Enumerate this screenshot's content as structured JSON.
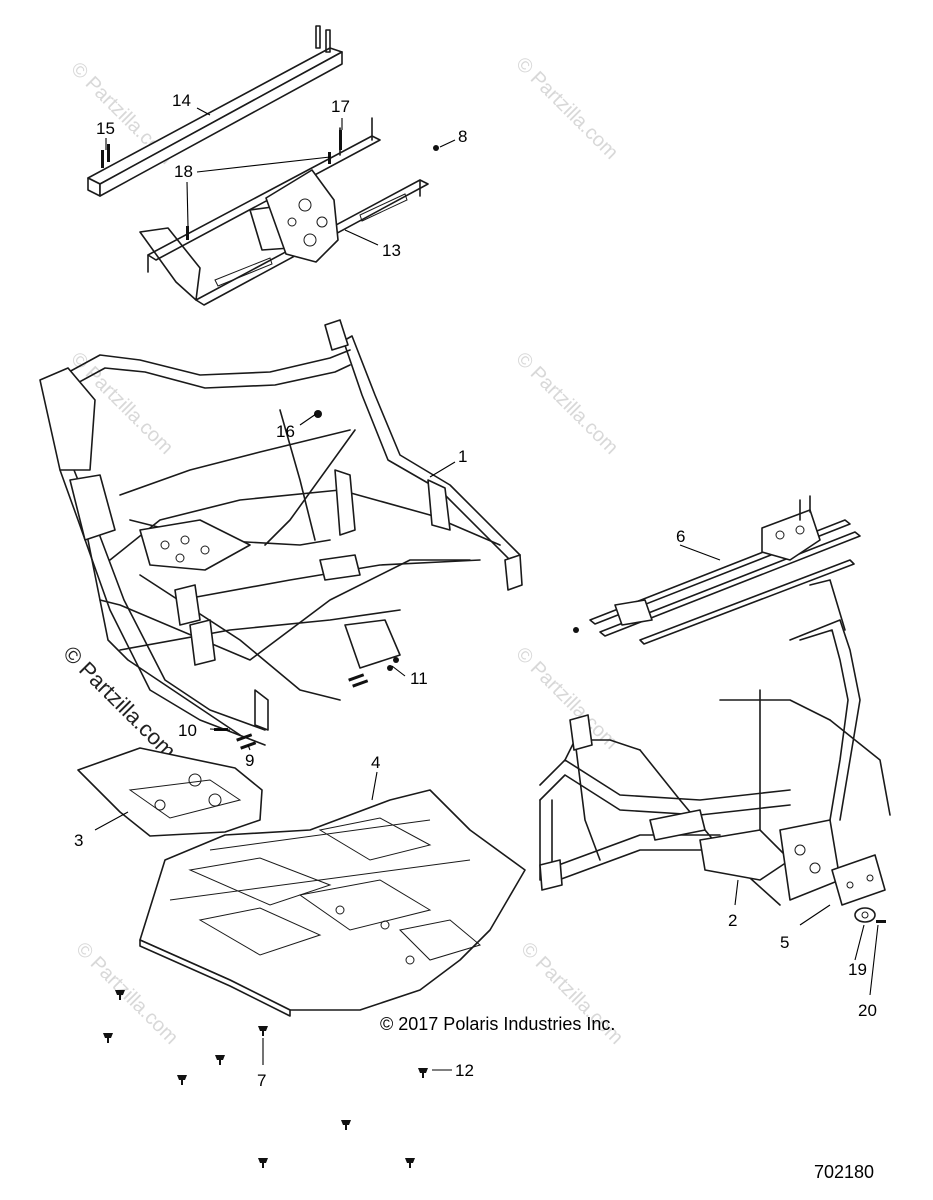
{
  "callouts": [
    {
      "id": "1",
      "label": "1"
    },
    {
      "id": "2",
      "label": "2"
    },
    {
      "id": "3",
      "label": "3"
    },
    {
      "id": "4",
      "label": "4"
    },
    {
      "id": "5",
      "label": "5"
    },
    {
      "id": "6",
      "label": "6"
    },
    {
      "id": "7",
      "label": "7"
    },
    {
      "id": "8",
      "label": "8"
    },
    {
      "id": "9",
      "label": "9"
    },
    {
      "id": "10",
      "label": "10"
    },
    {
      "id": "11",
      "label": "11"
    },
    {
      "id": "12",
      "label": "12"
    },
    {
      "id": "13",
      "label": "13"
    },
    {
      "id": "14",
      "label": "14"
    },
    {
      "id": "15",
      "label": "15"
    },
    {
      "id": "16",
      "label": "16"
    },
    {
      "id": "17",
      "label": "17"
    },
    {
      "id": "18",
      "label": "18"
    },
    {
      "id": "19",
      "label": "19"
    },
    {
      "id": "20",
      "label": "20"
    }
  ],
  "copyright": "© 2017 Polaris Industries Inc.",
  "drawing_number": "702180",
  "watermark": "© Partzilla.com",
  "colors": {
    "line": "#1a1a1a",
    "watermark": "#d8d8d8",
    "background": "#ffffff"
  }
}
